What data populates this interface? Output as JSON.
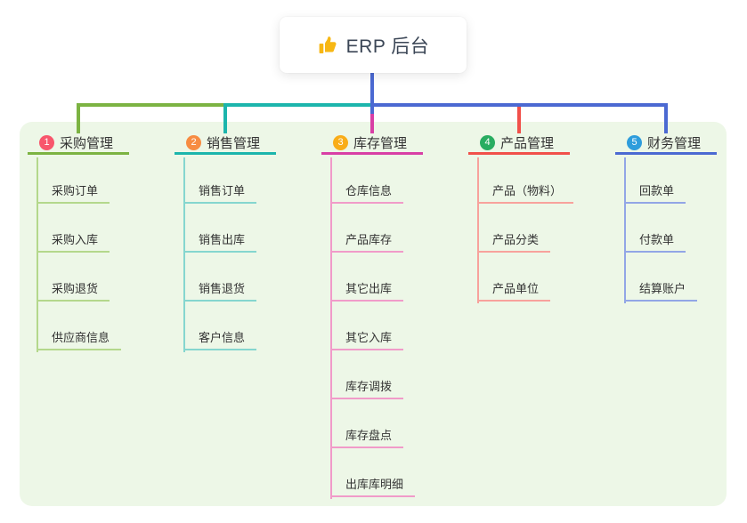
{
  "root": {
    "label": "ERP 后台",
    "icon": "thumbs-up-icon",
    "icon_color": "#f7b714"
  },
  "canvas": {
    "panel_bg": "#edf7e7",
    "root_connector_color": "#4b69d2",
    "text_color": "#333333",
    "root_text_color": "#3b4656"
  },
  "branches": [
    {
      "index": "1",
      "label": "采购管理",
      "badge_color": "#f8566c",
      "line_color": "#7cb342",
      "child_line_color": "#b4d88c",
      "children": [
        "采购订单",
        "采购入库",
        "采购退货",
        "供应商信息"
      ]
    },
    {
      "index": "2",
      "label": "销售管理",
      "badge_color": "#f78c42",
      "line_color": "#1cb5ac",
      "child_line_color": "#85d6cf",
      "children": [
        "销售订单",
        "销售出库",
        "销售退货",
        "客户信息"
      ]
    },
    {
      "index": "3",
      "label": "库存管理",
      "badge_color": "#f9ad18",
      "line_color": "#d83fa5",
      "child_line_color": "#f19bc9",
      "children": [
        "仓库信息",
        "产品库存",
        "其它出库",
        "其它入库",
        "库存调拨",
        "库存盘点",
        "出库库明细"
      ]
    },
    {
      "index": "4",
      "label": "产品管理",
      "badge_color": "#29ad61",
      "line_color": "#f1504a",
      "child_line_color": "#f8a29c",
      "children": [
        "产品（物料）",
        "产品分类",
        "产品单位"
      ]
    },
    {
      "index": "5",
      "label": "财务管理",
      "badge_color": "#2e9ddc",
      "line_color": "#4b69d2",
      "child_line_color": "#92a6e6",
      "children": [
        "回款单",
        "付款单",
        "结算账户"
      ]
    }
  ]
}
